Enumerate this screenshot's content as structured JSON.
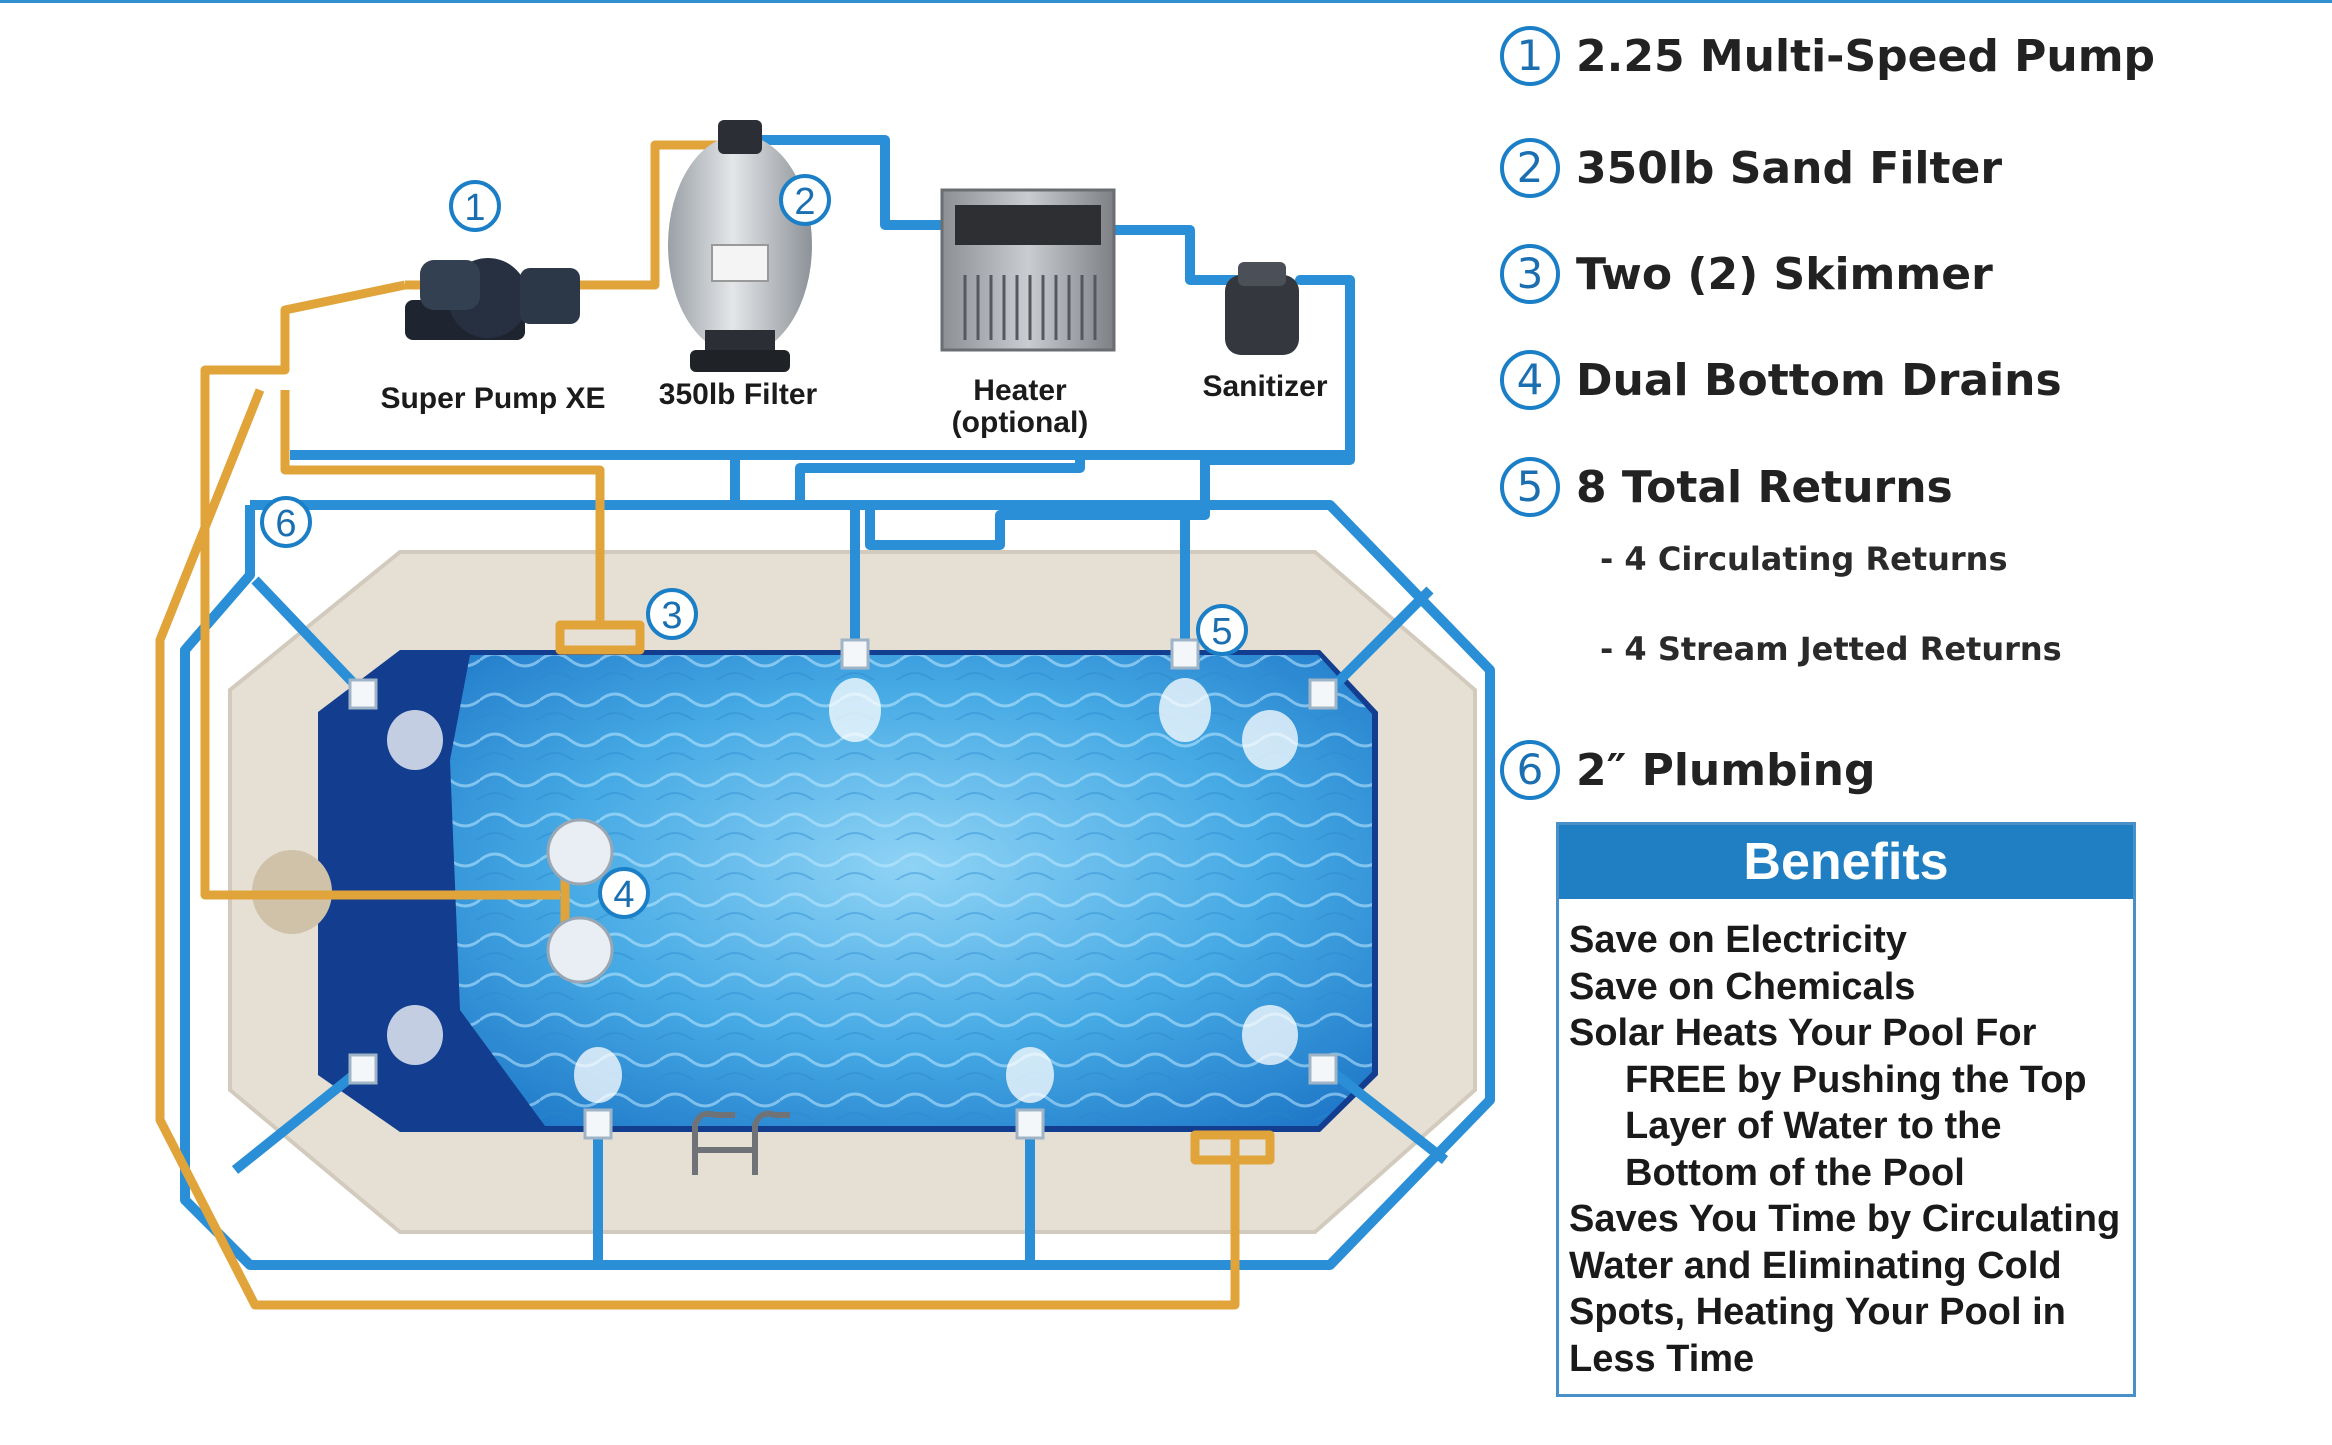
{
  "diagram": {
    "equipment": [
      {
        "label": "Super Pump XE",
        "number": "1"
      },
      {
        "label": "350lb Filter",
        "number": "2"
      },
      {
        "label": "Heater",
        "label2": "(optional)"
      },
      {
        "label": "Sanitizer"
      }
    ],
    "pool_markers": {
      "skimmer": "3",
      "drains": "4",
      "returns": "5",
      "plumbing": "6"
    },
    "colors": {
      "return_pipe": "#2a8fd6",
      "suction_pipe": "#e0a43a",
      "water": "#3aa0e0",
      "pool_floor": "#123c8c"
    }
  },
  "legend": {
    "items": [
      {
        "number": "1",
        "text": "2.25 Multi-Speed Pump"
      },
      {
        "number": "2",
        "text": "350lb Sand Filter"
      },
      {
        "number": "3",
        "text": "Two (2) Skimmer"
      },
      {
        "number": "4",
        "text": "Dual Bottom Drains"
      },
      {
        "number": "5",
        "text": "8 Total Returns"
      },
      {
        "number": "6",
        "text": "2″ Plumbing"
      }
    ],
    "sub_items": [
      "- 4 Circulating Returns",
      "- 4 Stream Jetted Returns"
    ]
  },
  "benefits": {
    "title": "Benefits",
    "lines": [
      "Save  on Electricity",
      "Save  on Chemicals",
      "Solar Heats Your Pool For",
      "FREE by Pushing the Top",
      "Layer of Water to the",
      "Bottom of the Pool",
      "Saves You Time by Circulating",
      "Water and Eliminating Cold",
      "Spots, Heating Your Pool in",
      "Less Time"
    ]
  }
}
